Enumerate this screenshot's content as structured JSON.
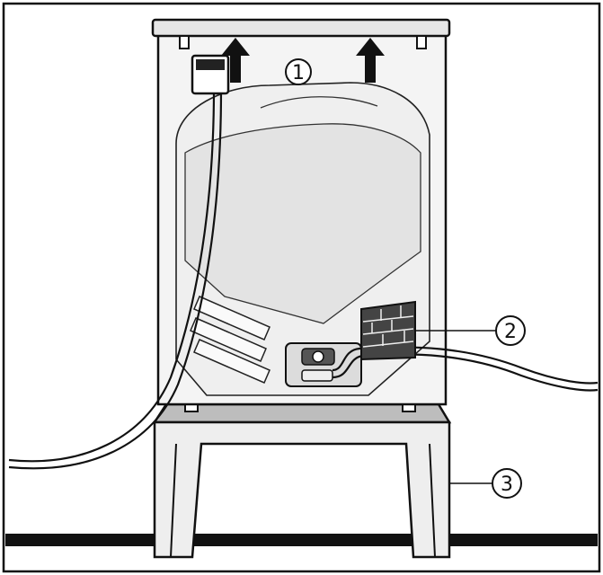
{
  "callouts": [
    {
      "id": "1",
      "label": "1"
    },
    {
      "id": "2",
      "label": "2"
    },
    {
      "id": "3",
      "label": "3"
    }
  ],
  "colors": {
    "ink": "#111111",
    "panel_fill": "#f2f2f2",
    "panel_dark": "#d8d8d8",
    "connector": "#444444",
    "floor": "#111111"
  }
}
